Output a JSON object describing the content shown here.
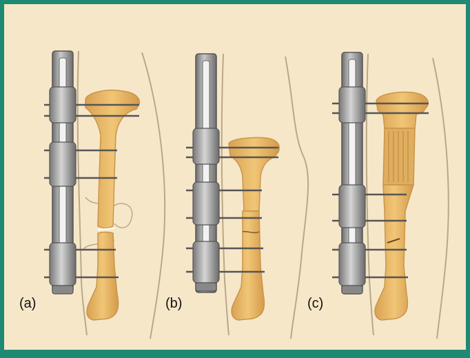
{
  "figure": {
    "panels": [
      {
        "label": "(a)"
      },
      {
        "label": "(b)"
      },
      {
        "label": "(c)"
      }
    ],
    "colors": {
      "border": "#1e8a73",
      "background": "#f7e7c9",
      "bone": "#e6b566",
      "bone_outline": "#c8954a",
      "rod": "#8d8d8d",
      "clamp": "#9a9a9a",
      "pin": "#555555",
      "skin_line": "#b9a78c"
    }
  }
}
